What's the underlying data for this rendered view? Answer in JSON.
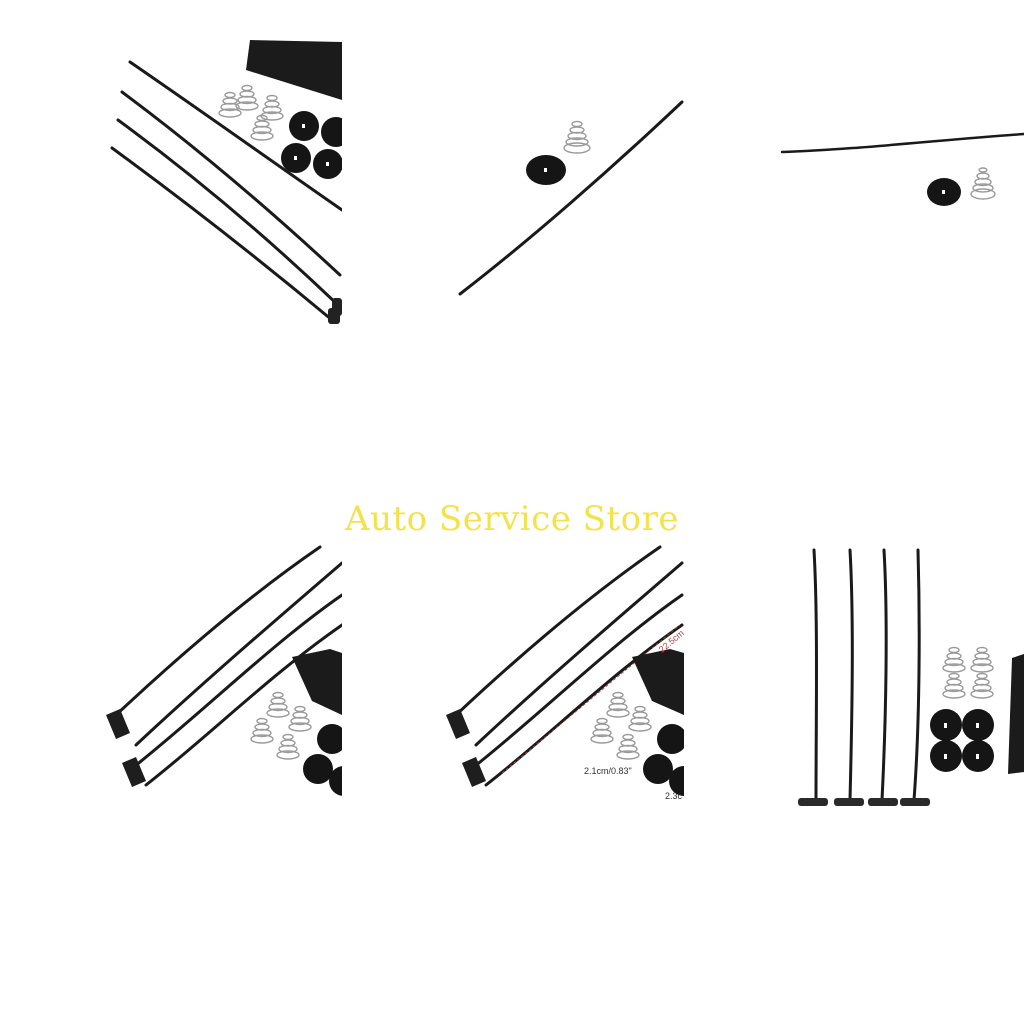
{
  "watermark": {
    "text": "Auto Service Store",
    "color": "#f3e24a"
  },
  "tiles": [
    {
      "id": "tile-1",
      "content": "4 cable ties, springs, rubber washers, foam pad"
    },
    {
      "id": "tile-2",
      "content": "single cable tie, spring, rubber washer"
    },
    {
      "id": "tile-3",
      "content": "single cable tie, rubber washer, spring"
    },
    {
      "id": "tile-4",
      "content": "4 cable ties, springs, rubber washers, foam pad"
    },
    {
      "id": "tile-5",
      "content": "4 cable ties with dimension annotations"
    },
    {
      "id": "tile-6",
      "content": "4 vertical cable ties, springs, washers, pad"
    }
  ],
  "dimensions": {
    "length": "22.5cm",
    "spring_height": "2.1cm/0.83\"",
    "washer": "2.3c"
  },
  "colors": {
    "tie": "#1a1a1a",
    "spring": "#9a9a9a",
    "washer": "#151515",
    "dimension_line": "#b34040"
  }
}
